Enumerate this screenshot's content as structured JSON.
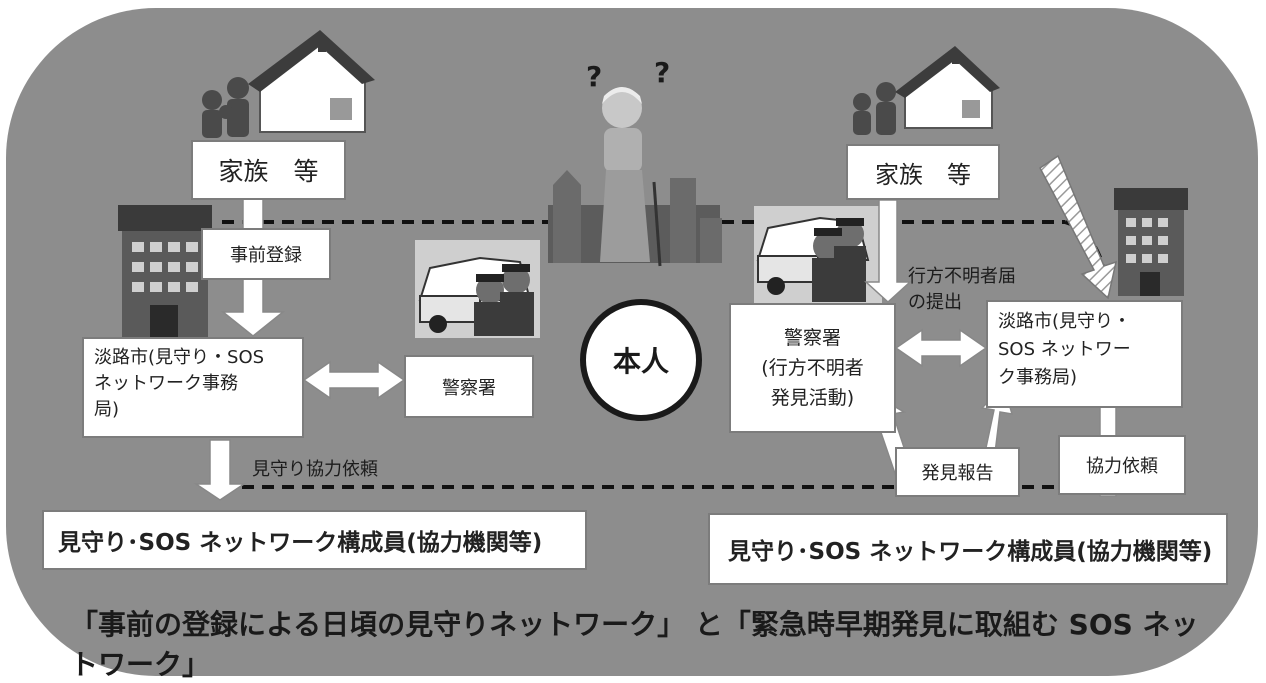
{
  "left": {
    "family": "家族　等",
    "registration": "事前登録",
    "city_office": "淡路市(見守り・SOS\nネットワーク事務\n局)",
    "police": "警察署",
    "watch_request": "見守り協力依頼",
    "network_members": "見守り･SOS ネットワーク構成員(協力機関等)"
  },
  "center": {
    "person": "本人"
  },
  "right": {
    "family": "家族　等",
    "missing_report": "行方不明者届\nの提出",
    "police": "警察署\n(行方不明者\n発見活動)",
    "city_office": "淡路市(見守り・\nSOS ネットワー\nク事務局)",
    "found_report": "発見報告",
    "cooperation": "協力依頼",
    "network_members": "見守り･SOS ネットワーク構成員(協力機関等)"
  },
  "caption": "「事前の登録による日頃の見守りネットワーク」 と「緊急時早期発見に取組む SOS ネットワーク」"
}
